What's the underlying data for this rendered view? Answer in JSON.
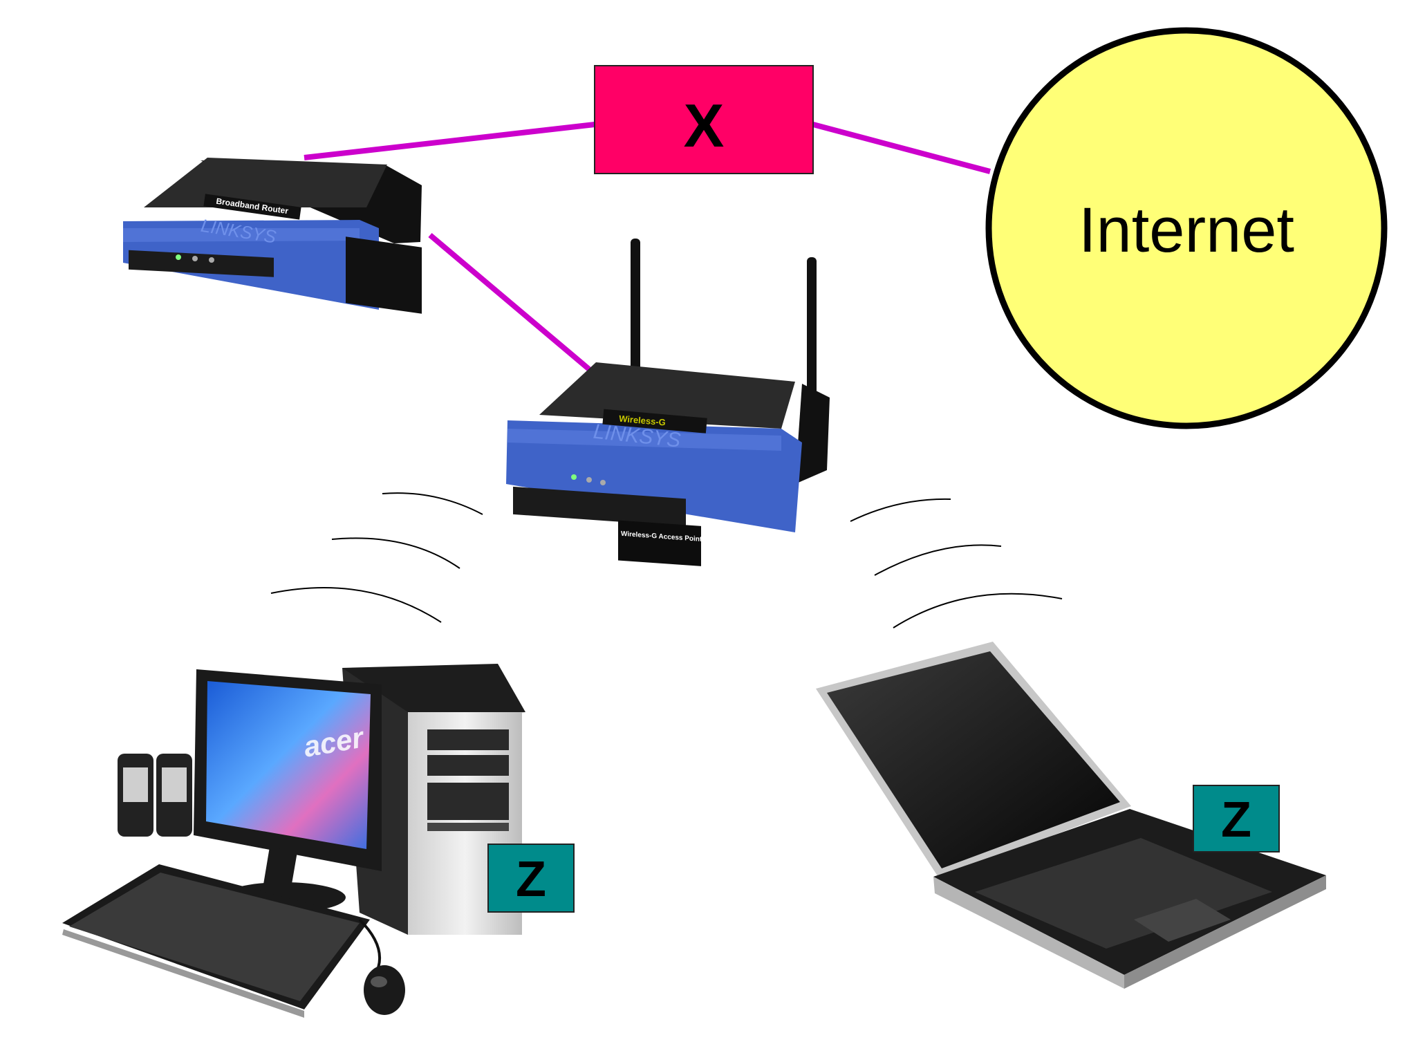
{
  "labels": {
    "x_box": "X",
    "internet": "Internet",
    "z_desktop": "Z",
    "z_laptop": "Z"
  },
  "router": {
    "brand": "LINKSYS",
    "model_plate": "Broadband Router"
  },
  "access_point": {
    "brand": "LINKSYS",
    "model_plate": "Wireless-G",
    "side_plate": "Wireless-G Access Point"
  },
  "desktop": {
    "screen_brand": "acer"
  },
  "colors": {
    "background": "#ffffff",
    "link": "#cc00cc",
    "x_box_fill": "#ff0066",
    "internet_fill": "#ffff77",
    "z_box_fill": "#008b8b",
    "device_blue": "#3f63c8",
    "device_black": "#222222"
  }
}
